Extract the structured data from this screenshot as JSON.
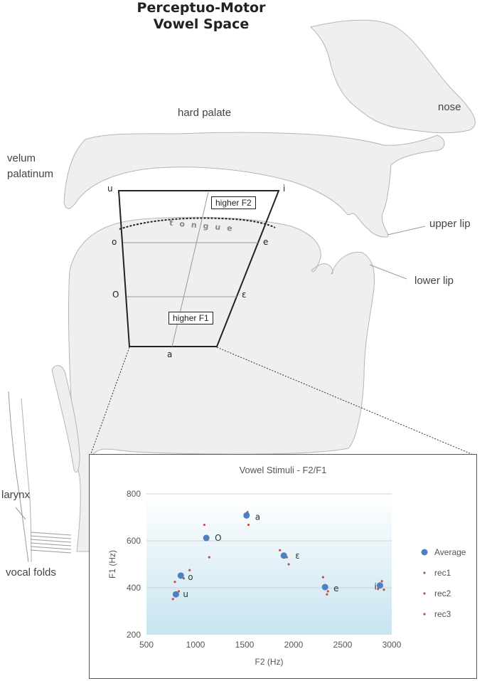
{
  "title_line1": "Perceptuo-Motor",
  "title_line2": "Vowel Space",
  "anatomy": {
    "hard_palate": "hard palate",
    "nose": "nose",
    "velum_line1": "velum",
    "velum_line2": "palatinum",
    "upper_lip": "upper lip",
    "lower_lip": "lower lip",
    "larynx": "larynx",
    "vocal_folds": "vocal folds",
    "tongue": "tongue"
  },
  "trapezoid": {
    "corners": {
      "u": "u",
      "i": "i",
      "o": "o",
      "e": "e",
      "O": "O",
      "eps": "ɛ",
      "a": "a"
    },
    "higher_f2": "higher F2",
    "higher_f1": "higher F1"
  },
  "colors": {
    "shape_fill": "#efefef",
    "shape_stroke": "#b5b5b5",
    "average": "#4f7fbf",
    "rec": "#c0504d",
    "plot_top": "#ffffff",
    "plot_bottom": "#c7e4ef"
  },
  "chart_data": {
    "type": "scatter",
    "title": "Vowel Stimuli - F2/F1",
    "xlabel": "F2 (Hz)",
    "ylabel": "F1 (Hz)",
    "xlim": [
      500,
      3000
    ],
    "ylim": [
      200,
      800
    ],
    "xticks": [
      500,
      1000,
      1500,
      2000,
      2500,
      3000
    ],
    "yticks": [
      200,
      400,
      600,
      800
    ],
    "grid": "horizontal",
    "legend_position": "right",
    "series": [
      {
        "name": "Average",
        "marker": "large-dot",
        "color": "#4f7fbf",
        "points": [
          [
            800,
            372
          ],
          [
            850,
            452
          ],
          [
            1110,
            612
          ],
          [
            1520,
            708
          ],
          [
            1900,
            537
          ],
          [
            2320,
            403
          ],
          [
            2880,
            410
          ]
        ]
      },
      {
        "name": "rec1",
        "marker": "small-dot",
        "color": "#c0504d",
        "points": [
          [
            770,
            352
          ],
          [
            940,
            475
          ],
          [
            1090,
            668
          ],
          [
            1540,
            668
          ],
          [
            1860,
            560
          ],
          [
            2300,
            445
          ],
          [
            2920,
            392
          ]
        ]
      },
      {
        "name": "rec2",
        "marker": "small-dot",
        "color": "#c0504d",
        "points": [
          [
            790,
            425
          ],
          [
            880,
            440
          ],
          [
            1140,
            530
          ],
          [
            1530,
            722
          ],
          [
            1930,
            530
          ],
          [
            2350,
            385
          ],
          [
            2900,
            428
          ]
        ]
      },
      {
        "name": "rec3",
        "marker": "small-dot",
        "color": "#c0504d",
        "points": [
          [
            830,
            385
          ],
          [
            830,
            450
          ],
          [
            1120,
            620
          ],
          [
            1510,
            712
          ],
          [
            1950,
            500
          ],
          [
            2340,
            372
          ],
          [
            2860,
            395
          ]
        ]
      }
    ],
    "point_labels": [
      {
        "text": "u",
        "x": 800,
        "y": 372
      },
      {
        "text": "o",
        "x": 850,
        "y": 452
      },
      {
        "text": "O",
        "x": 1110,
        "y": 612
      },
      {
        "text": "a",
        "x": 1520,
        "y": 708
      },
      {
        "text": "ɛ",
        "x": 1900,
        "y": 537
      },
      {
        "text": "e",
        "x": 2320,
        "y": 403
      },
      {
        "text": "i",
        "x": 2880,
        "y": 410
      }
    ]
  }
}
